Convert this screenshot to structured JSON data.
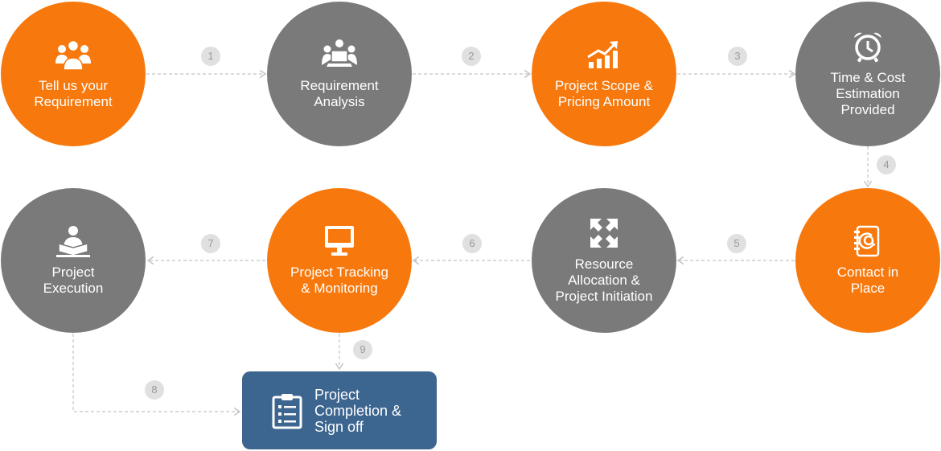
{
  "colors": {
    "accent_orange": "#f7780c",
    "neutral_gray": "#7a7a7a",
    "final_blue": "#3c6590",
    "connector_gray": "#c4c4c4",
    "badge_bg": "#e0e0e0",
    "badge_text": "#9a9a9a"
  },
  "steps": [
    {
      "label": "Tell us your\nRequirement",
      "color": "orange",
      "icon": "people-group-icon"
    },
    {
      "label": "Requirement\nAnalysis",
      "color": "gray",
      "icon": "meeting-laptop-icon"
    },
    {
      "label": "Project Scope &\nPricing Amount",
      "color": "orange",
      "icon": "growth-chart-icon"
    },
    {
      "label": "Time & Cost\nEstimation\nProvided",
      "color": "gray",
      "icon": "alarm-clock-icon"
    },
    {
      "label": "Contact in\nPlace",
      "color": "orange",
      "icon": "contact-book-icon"
    },
    {
      "label": "Resource\nAllocation &\nProject Initiation",
      "color": "gray",
      "icon": "expand-arrows-icon"
    },
    {
      "label": "Project Tracking\n& Monitoring",
      "color": "orange",
      "icon": "monitor-icon"
    },
    {
      "label": "Project\nExecution",
      "color": "gray",
      "icon": "person-reading-icon"
    }
  ],
  "final_step": {
    "label": "Project\nCompletion &\nSign off",
    "icon": "clipboard-checklist-icon"
  },
  "connector_numbers": [
    "1",
    "2",
    "3",
    "4",
    "5",
    "6",
    "7",
    "8",
    "9"
  ]
}
